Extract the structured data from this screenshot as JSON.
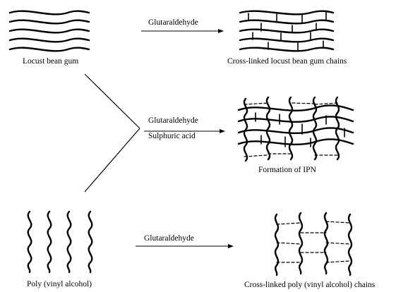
{
  "panels": {
    "top_left_label": "Locust bean gum",
    "top_reagent": "Glutaraldehyde",
    "top_right_label": "Cross-linked locust bean gum chains",
    "middle_reagent_1": "Glutaraldehyde",
    "middle_reagent_2": "Sulphuric acid",
    "middle_right_label": "Formation of IPN",
    "bottom_left_label": "Poly (vinyl alcohol)",
    "bottom_reagent": "Glutaraldehyde",
    "bottom_right_label": "Cross-linked poly (vinyl alcohol) chains"
  },
  "colors": {
    "ink": "#000000",
    "background": "#ffffff"
  }
}
